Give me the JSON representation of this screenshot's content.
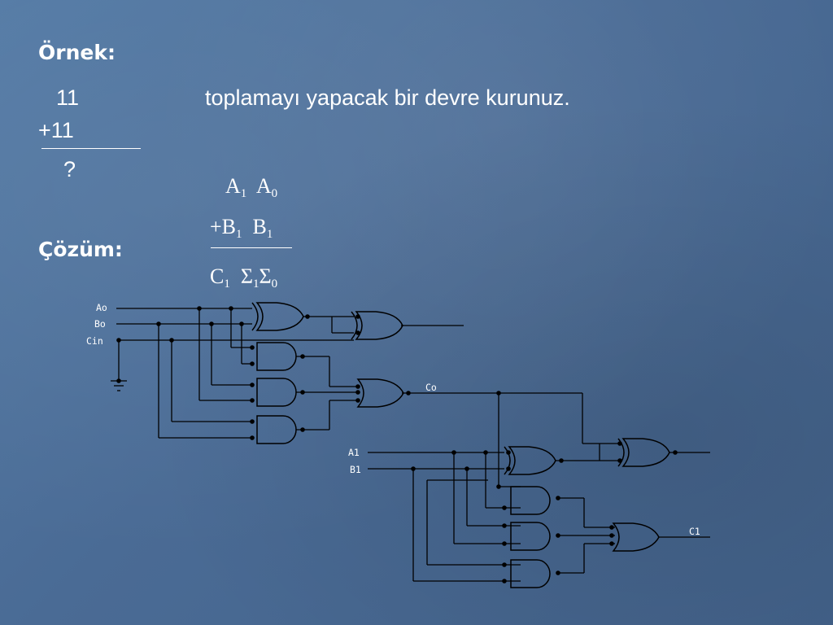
{
  "example": {
    "heading": "Örnek:",
    "operand_top": "11",
    "operand_bottom": "+11",
    "result": "?",
    "instruction": "toplamayı yapacak bir devre kurunuz."
  },
  "solution": {
    "heading": "Çözüm:",
    "row1": {
      "a": "A",
      "a_sub": "1",
      "b": "A",
      "b_sub": "0"
    },
    "row2": {
      "a": "+B",
      "a_sub": "1",
      "b": "B",
      "b_sub": "1"
    },
    "row3": {
      "a": "C",
      "a_sub": "1",
      "b": "Σ",
      "b_sub": "1",
      "c": "Σ",
      "c_sub": "0"
    }
  },
  "circuit": {
    "labels": {
      "ao": "Ao",
      "bo": "Bo",
      "cin": "Cin",
      "co": "Co",
      "a1": "A1",
      "b1": "B1",
      "c1": "C1"
    }
  }
}
